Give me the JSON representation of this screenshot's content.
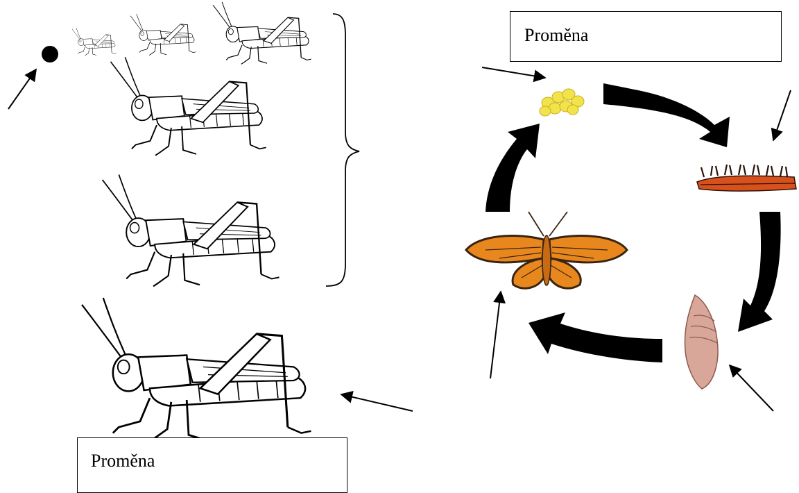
{
  "labels": {
    "left_box": "Proměna",
    "right_box": "Proměna"
  },
  "colors": {
    "ink": "#000000",
    "egg_yellow": "#f2e34a",
    "butterfly_orange": "#e8871e",
    "butterfly_dark": "#3a2410",
    "caterpillar_orange": "#d8501c",
    "pupa_pink": "#d9a79a"
  },
  "icons": {
    "grasshopper": "grasshopper-line-drawing",
    "egg": "egg-dot",
    "eggs_cluster": "yellow-egg-cluster",
    "caterpillar": "spiky-caterpillar",
    "pupa": "chrysalis",
    "butterfly": "orange-butterfly"
  }
}
